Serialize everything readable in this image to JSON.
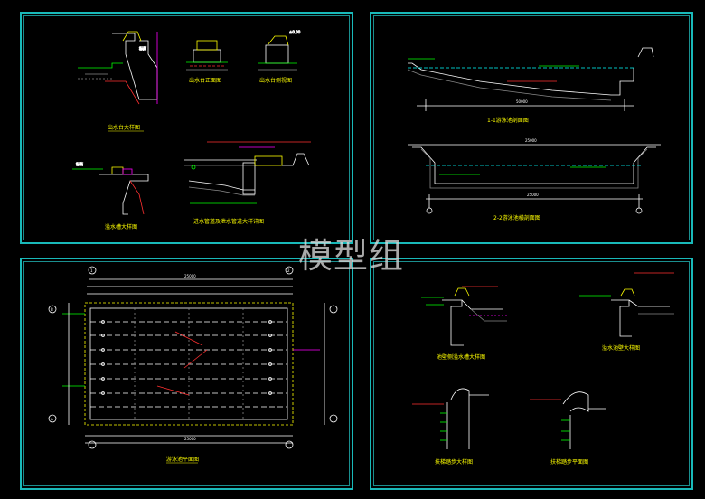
{
  "watermark": "模型组",
  "sheets": {
    "top_left": {
      "captions": [
        "出水台大样图",
        "出水台正面图",
        "出水台侧视图",
        "溢水槽大样图",
        "进水管道及泄水管道大样详图"
      ]
    },
    "top_right": {
      "captions": [
        "1-1游泳池剖面图",
        "2-2游泳池横剖面图"
      ]
    },
    "bottom_left": {
      "captions": [
        "游泳池平面图"
      ],
      "grid_labels": [
        "1",
        "2",
        "A",
        "B"
      ]
    },
    "bottom_right": {
      "captions": [
        "池壁侧溢水槽大样图",
        "溢水池壁大样图",
        "扶梯踏步大样图",
        "扶梯踏步平面图"
      ]
    }
  },
  "colors": {
    "frame": "#19b9b9",
    "caption": "#ffff00",
    "line_white": "#ffffff",
    "line_green": "#00ff00",
    "line_red": "#ff3030",
    "line_cyan": "#00ffff",
    "line_magenta": "#ff00ff"
  }
}
